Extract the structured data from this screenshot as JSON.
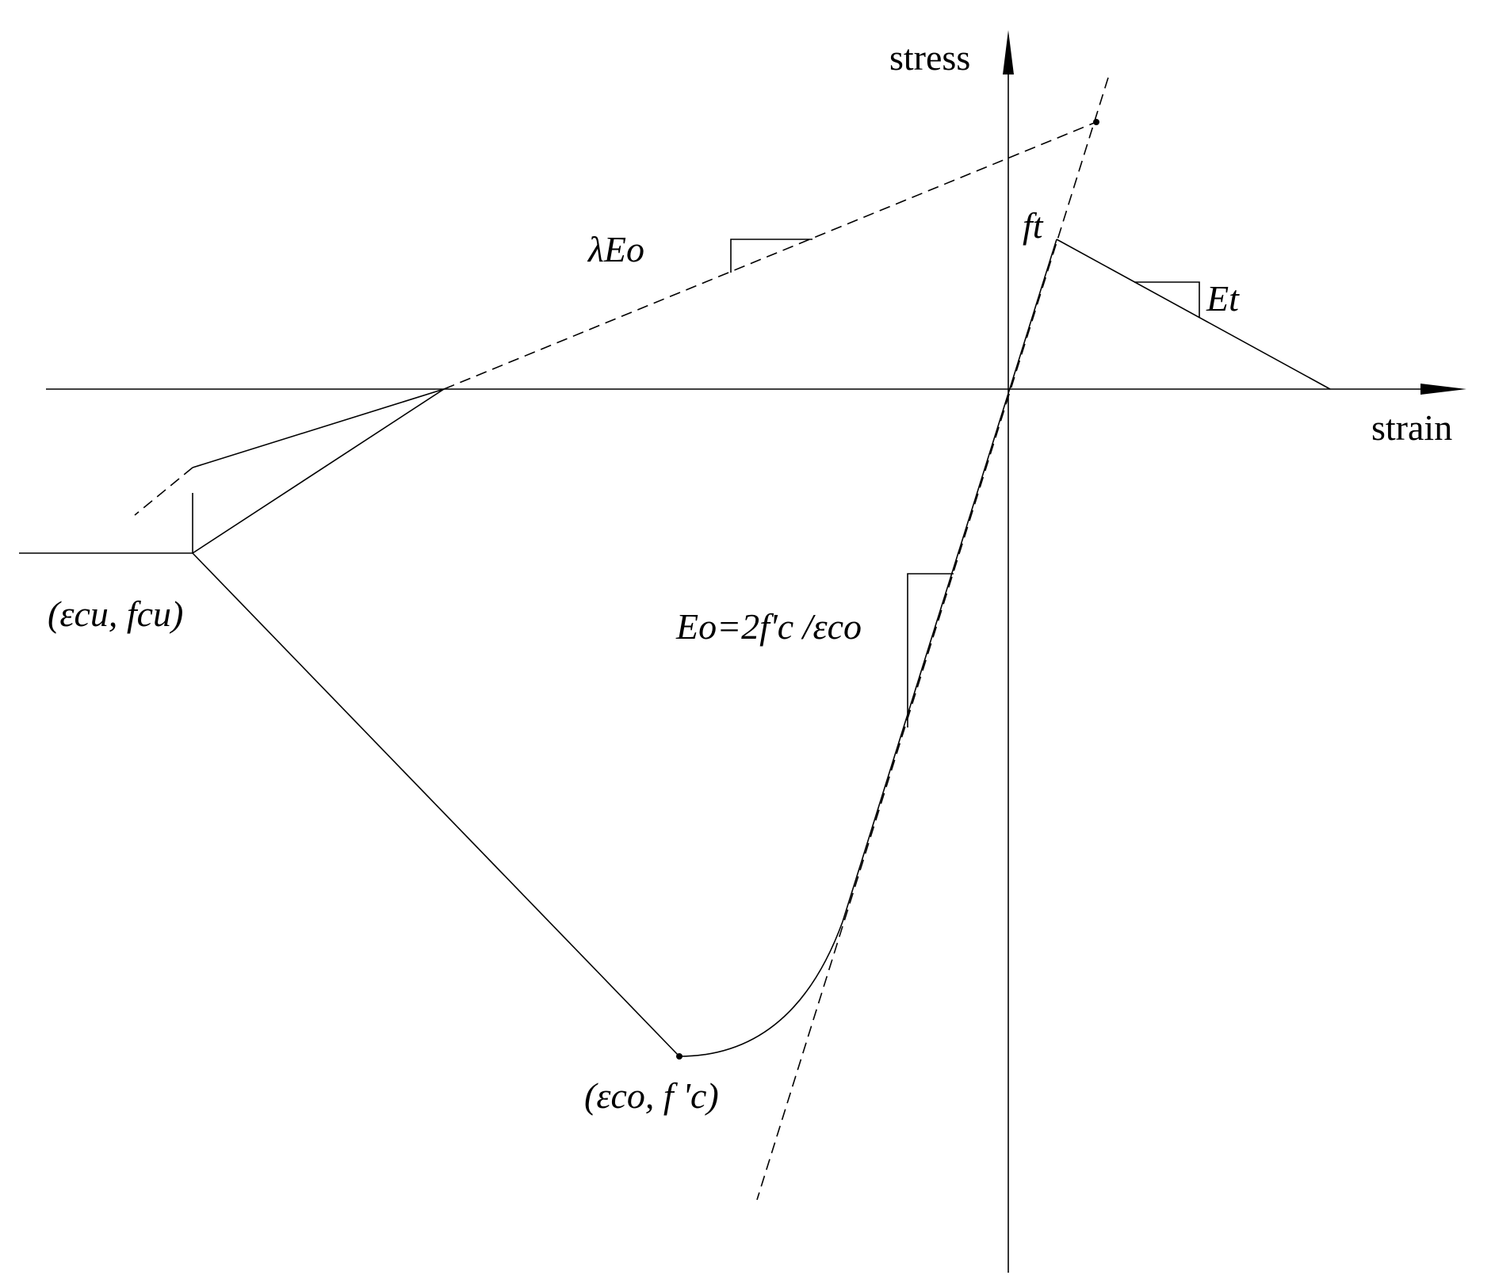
{
  "axes": {
    "x_label": "strain",
    "y_label": "stress"
  },
  "annotations": {
    "lambda_eo": "λEo",
    "ft": "ft",
    "et": "Et",
    "eo_formula": "Eo=2f'c /εco",
    "ecu_fcu": "(εcu, fcu)",
    "eco_fc": "(εco, f 'c)"
  }
}
